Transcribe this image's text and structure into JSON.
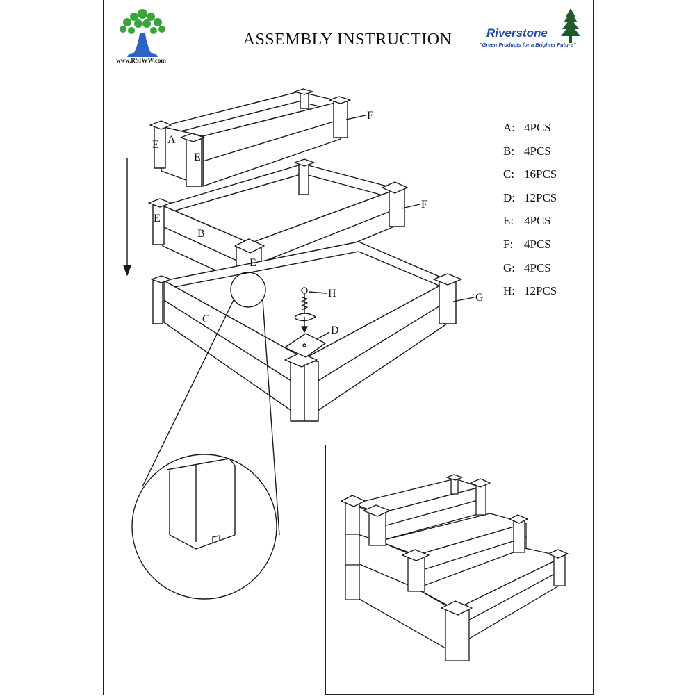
{
  "header": {
    "title": "ASSEMBLY INSTRUCTION",
    "left_logo_url": "www.RSIWW.com",
    "brand_name": "Riverstone",
    "brand_tagline": "\"Green Products for a Brighter Future\""
  },
  "parts_list": [
    {
      "letter": "A:",
      "qty": "4PCS"
    },
    {
      "letter": "B:",
      "qty": "4PCS"
    },
    {
      "letter": "C:",
      "qty": "16PCS"
    },
    {
      "letter": "D:",
      "qty": "12PCS"
    },
    {
      "letter": "E:",
      "qty": "4PCS"
    },
    {
      "letter": "F:",
      "qty": "4PCS"
    },
    {
      "letter": "G:",
      "qty": "4PCS"
    },
    {
      "letter": "H:",
      "qty": "12PCS"
    }
  ],
  "callouts": {
    "a": "A",
    "b": "B",
    "c": "C",
    "d": "D",
    "e": "E",
    "f": "F",
    "g": "G",
    "h": "H"
  },
  "colors": {
    "line": "#1a1a1a",
    "brand_blue": "#1d4a9c",
    "logo_green": "#3aa43a",
    "logo_blue": "#2f62c8",
    "tree_green": "#1f5a2a"
  }
}
